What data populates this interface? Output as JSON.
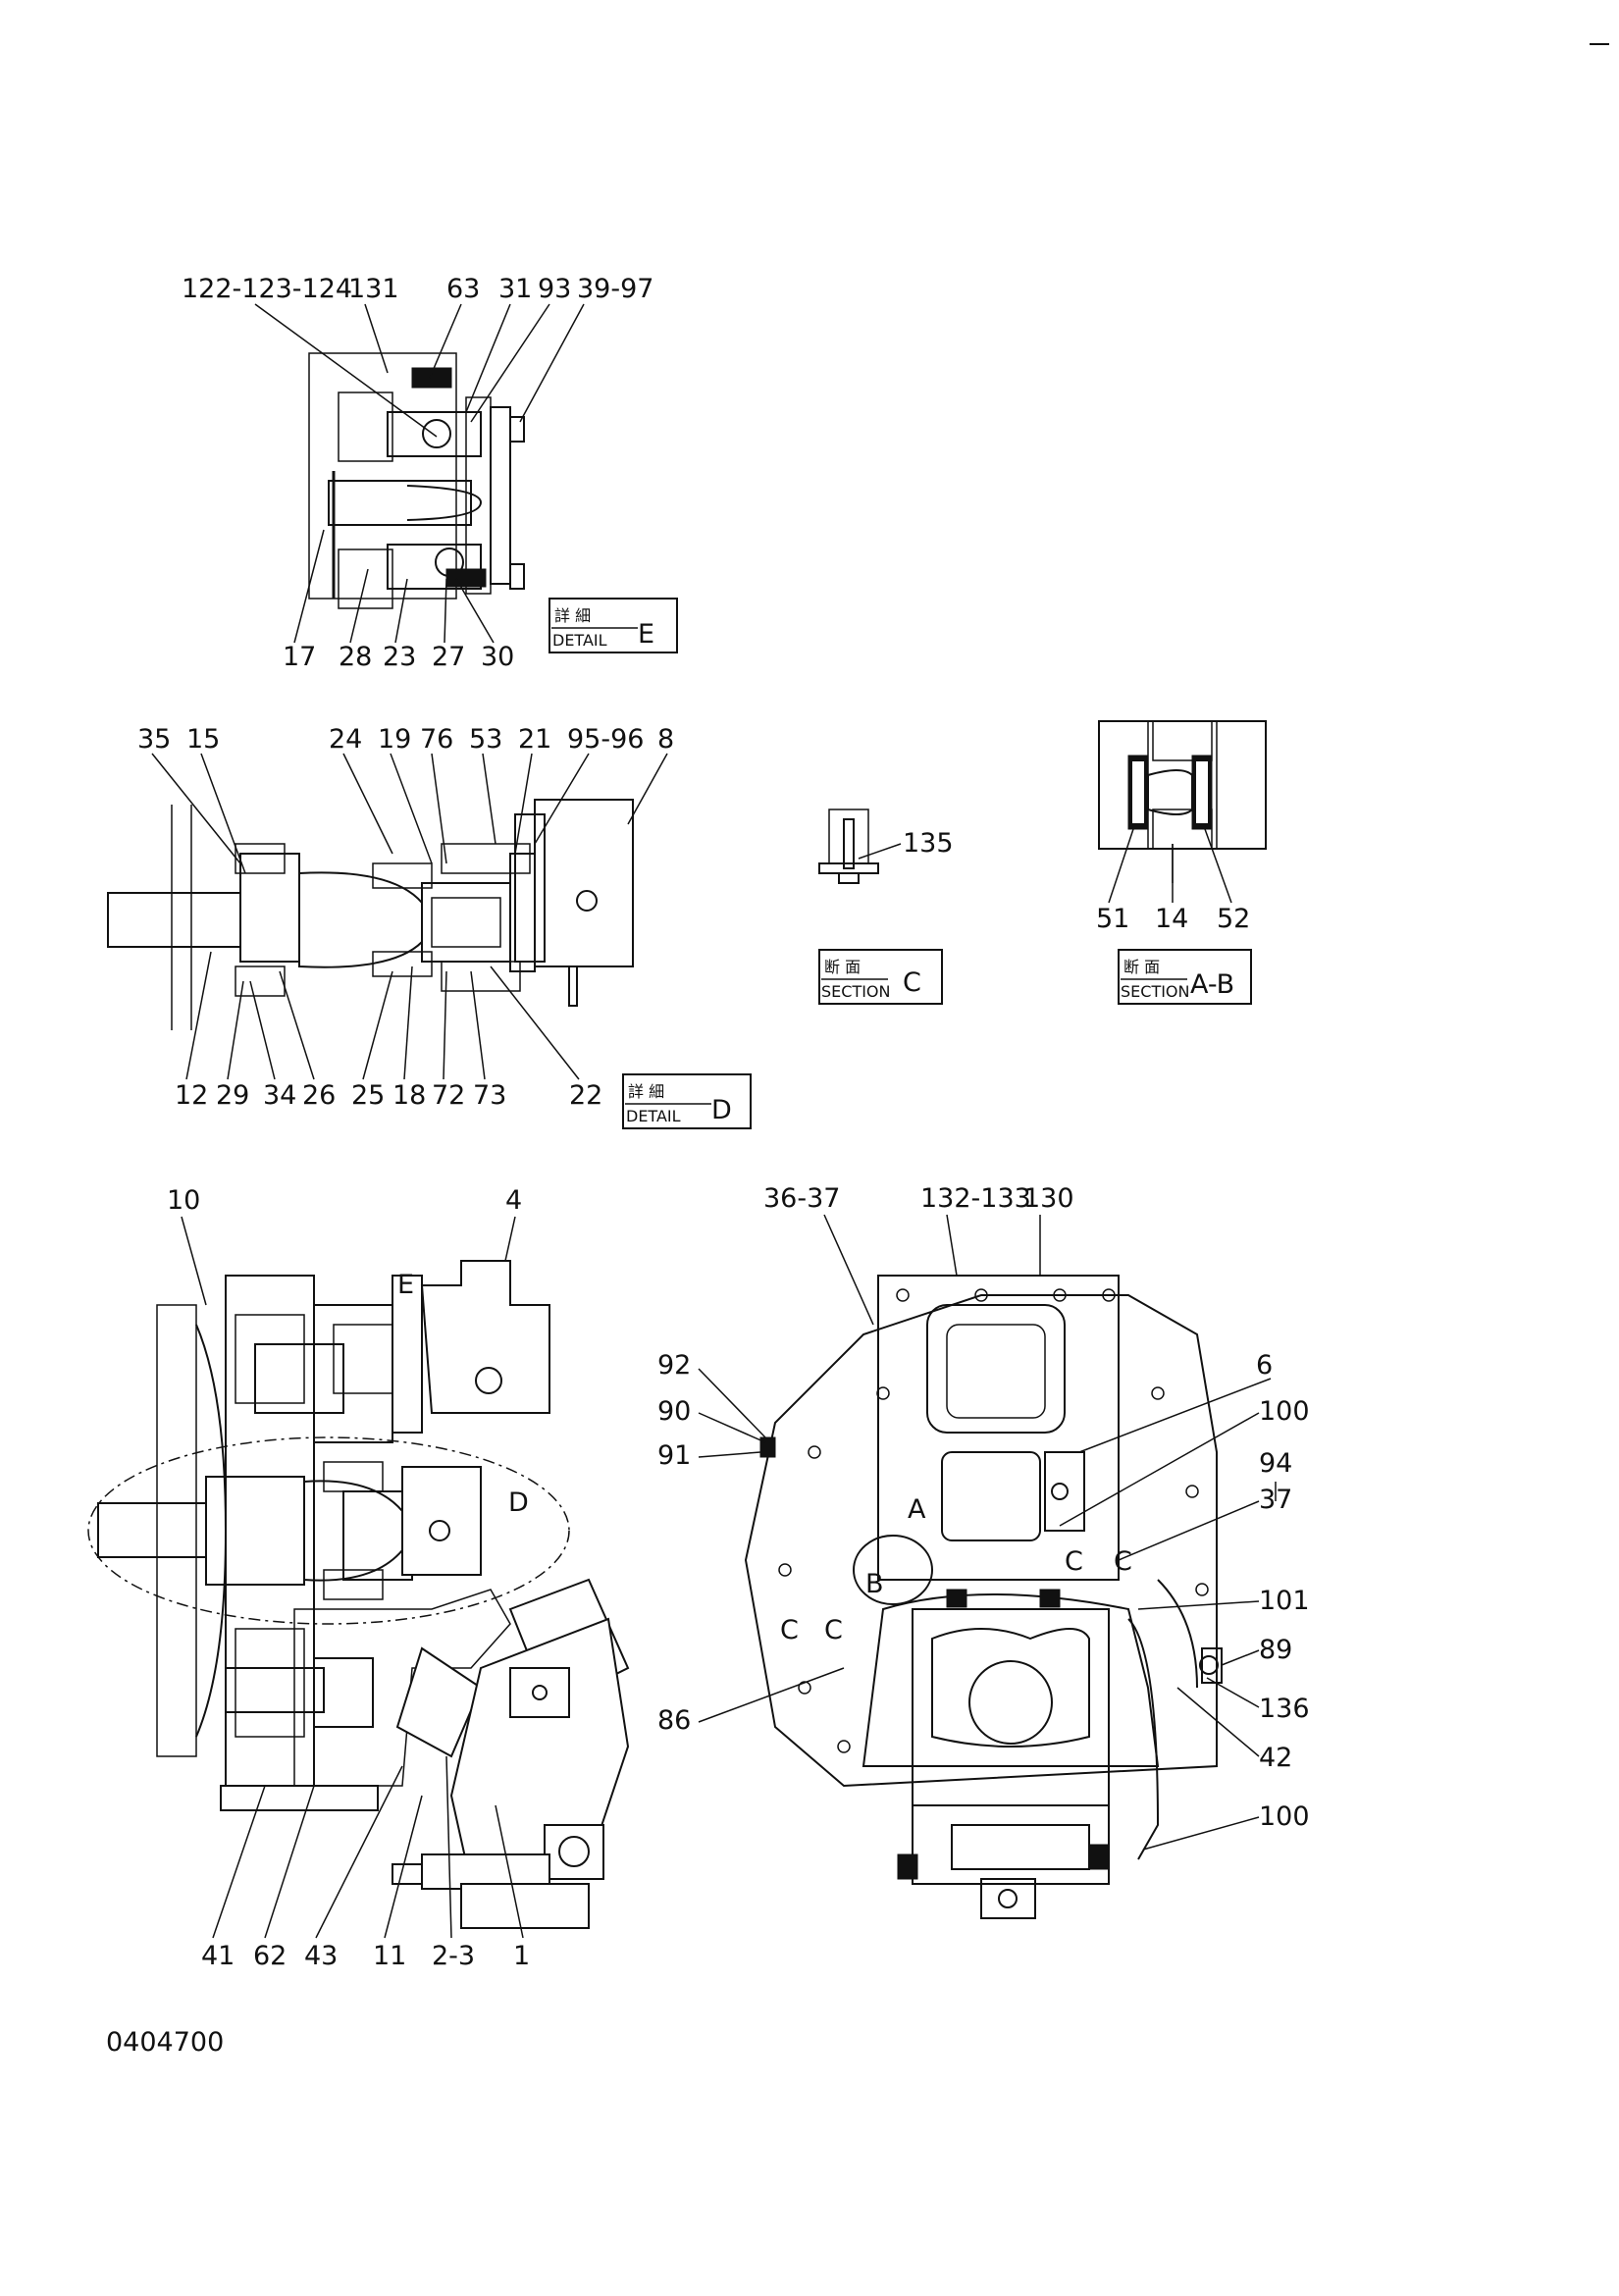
{
  "drawing_id": "0404700",
  "detail_E": {
    "callouts": [
      "122-123-124",
      "131",
      "63",
      "31",
      "93",
      "39-97",
      "17",
      "28",
      "23",
      "27",
      "30"
    ],
    "caption_jp": "詳 細",
    "caption_en": "DETAIL",
    "caption_letter": "E"
  },
  "detail_D": {
    "callouts": [
      "35",
      "15",
      "24",
      "19",
      "76",
      "53",
      "21",
      "95-96",
      "8",
      "12",
      "29",
      "34",
      "26",
      "25",
      "18",
      "72",
      "73",
      "22"
    ],
    "caption_jp": "詳 細",
    "caption_en": "DETAIL",
    "caption_letter": "D"
  },
  "section_C": {
    "callouts": [
      "135"
    ],
    "caption_jp": "断 面",
    "caption_en": "SECTION",
    "caption_letter": "C"
  },
  "section_AB": {
    "callouts": [
      "51",
      "14",
      "52"
    ],
    "caption_jp": "断 面",
    "caption_en": "SECTION",
    "caption_letter": "A-B"
  },
  "side_view": {
    "callouts": [
      "10",
      "4",
      "41",
      "62",
      "43",
      "11",
      "2-3",
      "1"
    ],
    "view_marks": [
      "E",
      "D"
    ]
  },
  "front_view": {
    "callouts": [
      "36-37",
      "132-133",
      "130",
      "92",
      "90",
      "91",
      "6",
      "100",
      "94",
      "37",
      "101",
      "89",
      "86",
      "136",
      "42",
      "100"
    ],
    "view_marks": [
      "A",
      "B",
      "C",
      "C",
      "C",
      "C"
    ]
  }
}
